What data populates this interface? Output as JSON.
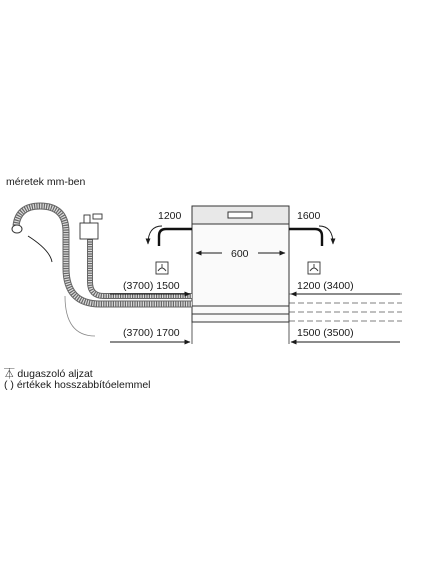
{
  "caption": "méretek mm-ben",
  "dimensions": {
    "left_top": "1200",
    "right_top": "1600",
    "width": "600",
    "left_mid": "(3700) 1500",
    "right_mid": "1200 (3400)",
    "left_bottom": "(3700) 1700",
    "right_bottom": "1500 (3500)"
  },
  "legend": {
    "socket_symbol": "⏄",
    "socket_text": "dugaszoló aljzat",
    "bracket_symbol": "( )",
    "bracket_text": "értékek hosszabbítóelemmel"
  }
}
